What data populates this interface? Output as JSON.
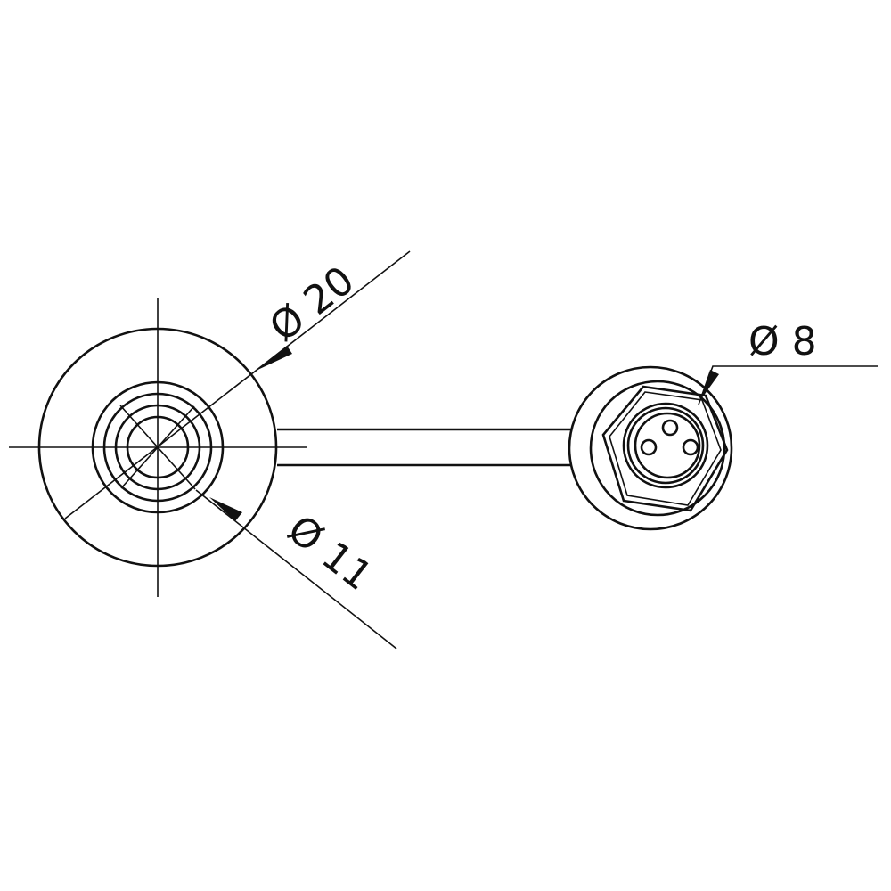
{
  "drawing": {
    "background": "#ffffff",
    "line_color": "#111111",
    "left_part": {
      "name": "panel-mount-socket-front-view",
      "dimension_outer": {
        "symbol": "Ø",
        "value": "20",
        "label": "Ø 20"
      },
      "dimension_inner": {
        "symbol": "Ø",
        "value": "11",
        "label": "Ø 11"
      }
    },
    "cable": {
      "name": "cable"
    },
    "right_part": {
      "name": "connector-plug-3-pin-end-view",
      "pin_count": 3,
      "dimension": {
        "symbol": "Ø",
        "value": "8",
        "label": "Ø 8"
      }
    }
  }
}
